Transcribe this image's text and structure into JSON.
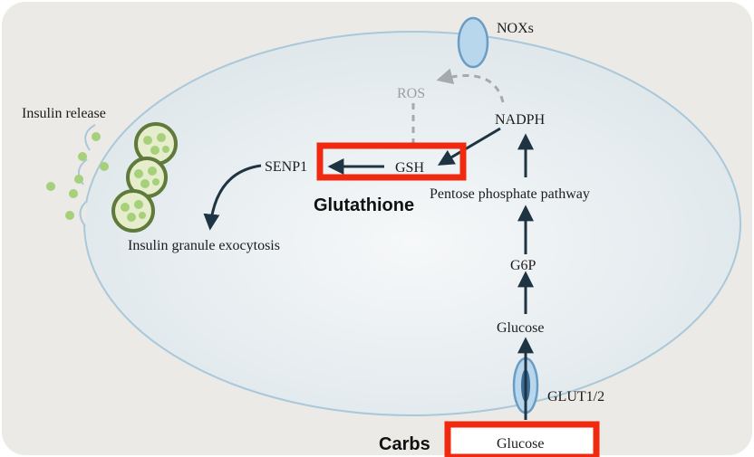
{
  "labels": {
    "noxs": "NOXs",
    "ros": "ROS",
    "nadph": "NADPH",
    "insulin_release": "Insulin release",
    "senp1": "SENP1",
    "gsh": "GSH",
    "glutathione": "Glutathione",
    "pentose_phosphate_pathway": "Pentose phosphate pathway",
    "insulin_granule_exocytosis": "Insulin granule exocytosis",
    "g6p": "G6P",
    "glucose_inside": "Glucose",
    "glut": "GLUT1/2",
    "carbs": "Carbs",
    "glucose_outside": "Glucose"
  },
  "colors": {
    "panel_background": "#eceae6",
    "cell_fill": "#e3eaed",
    "cell_border": "#a9c8da",
    "arrow": "#1f3442",
    "dashed_arrow": "#a5aaad",
    "highlight_box": "#f02a10",
    "granule_border": "#5f7a3b",
    "granule_fill": "#e6edcc",
    "granule_dot": "#a6d07a",
    "transporter_fill": "#b9d7ec",
    "transporter_border": "#6a9cc4"
  }
}
